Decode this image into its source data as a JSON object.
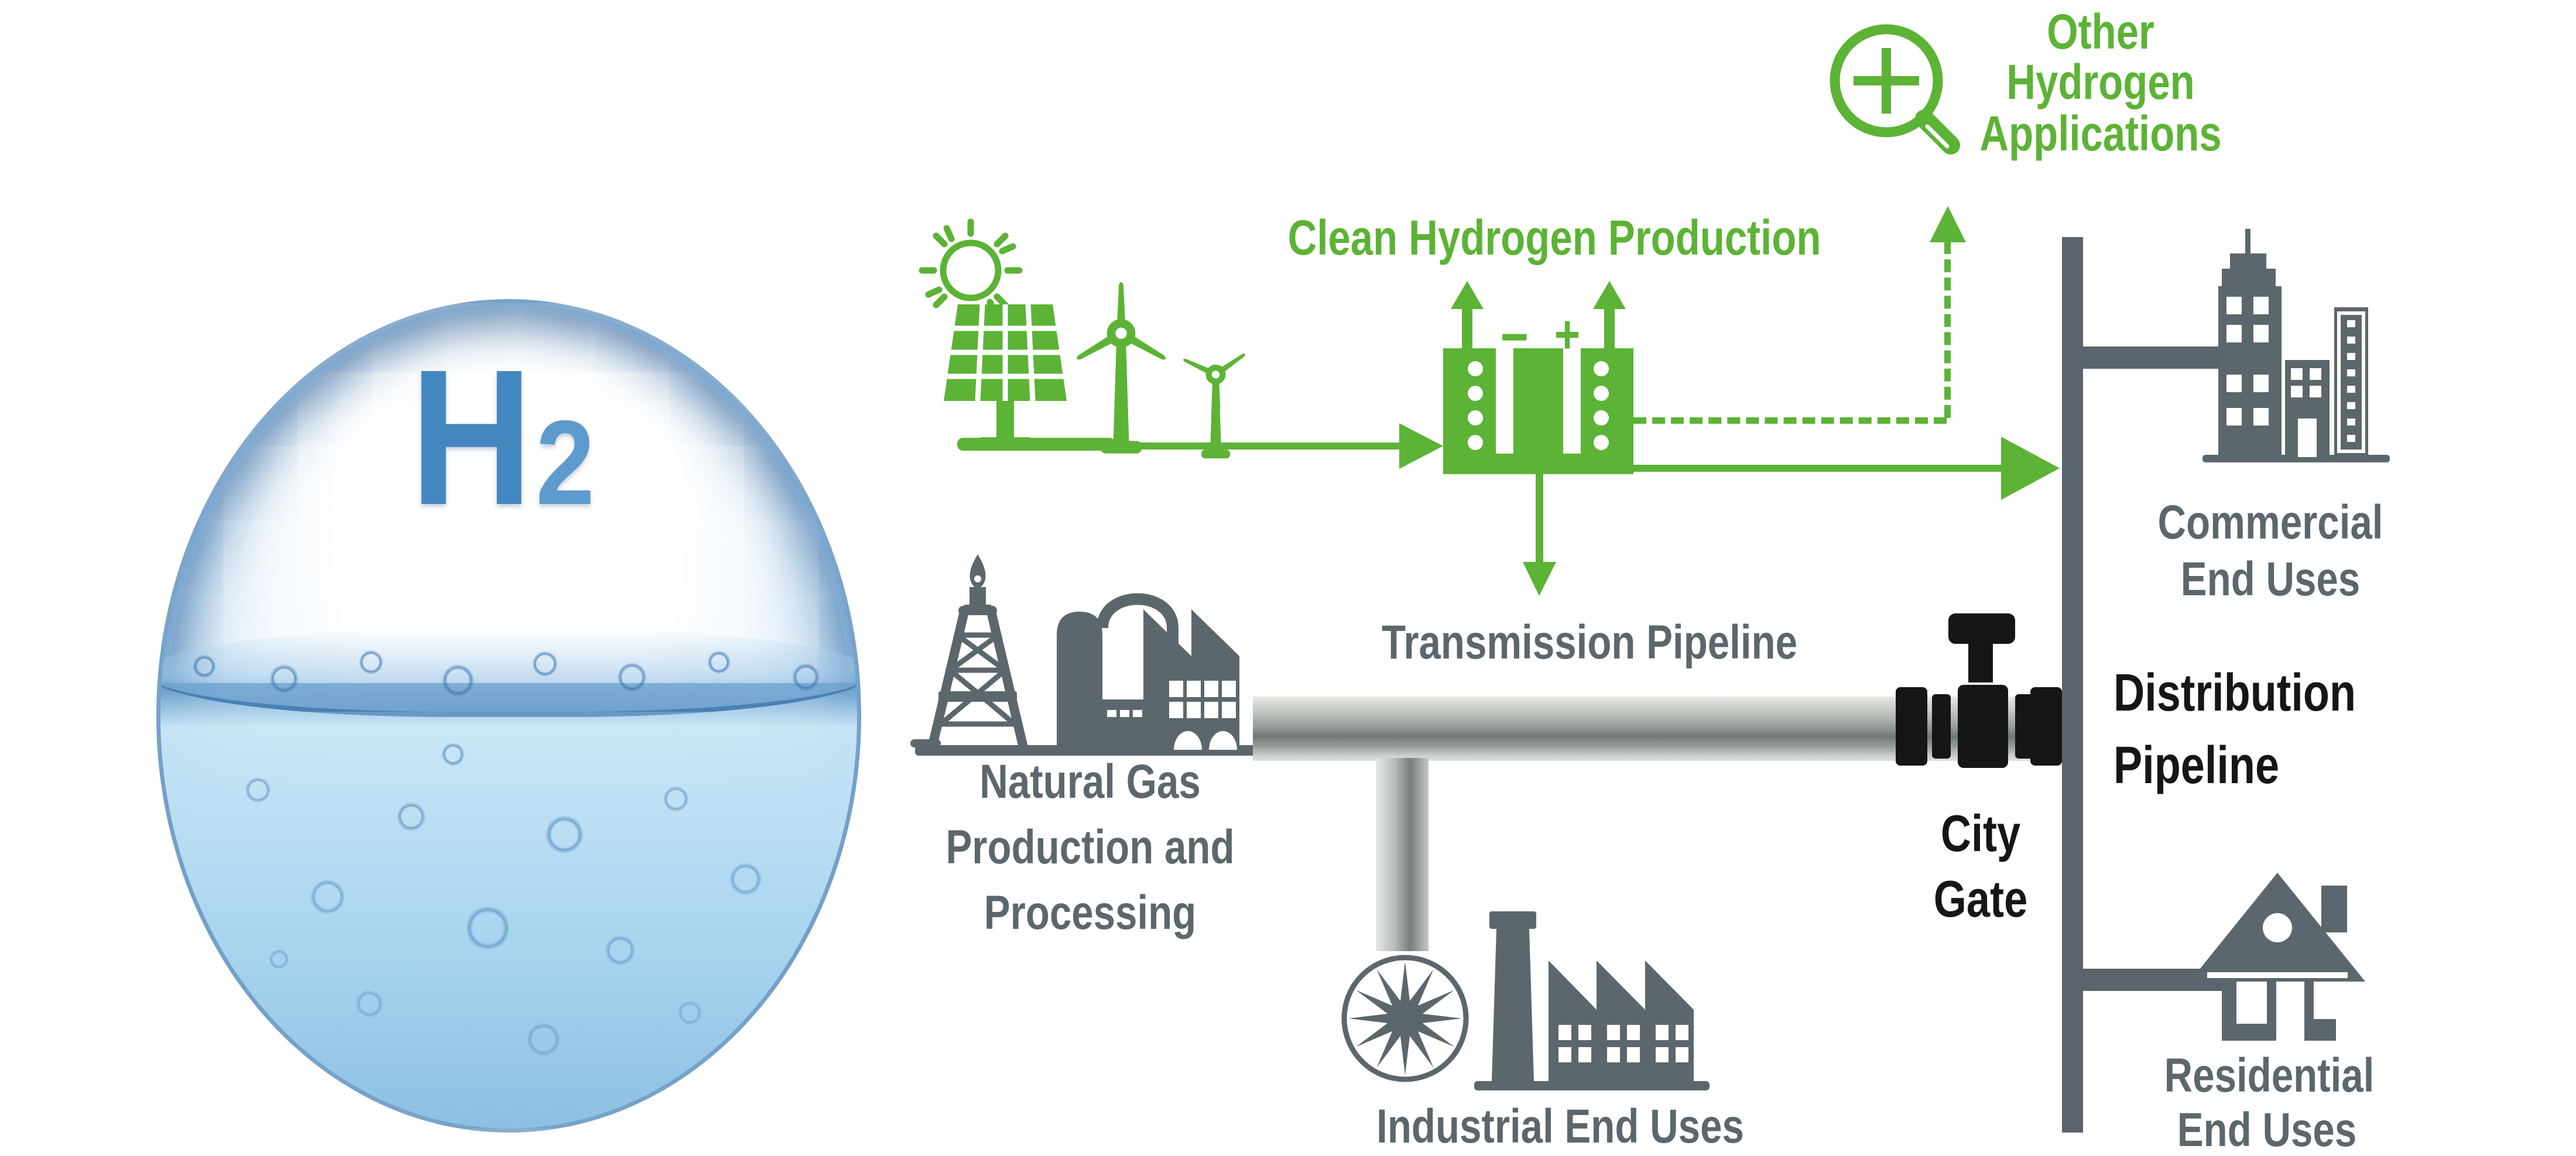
{
  "sphere": {
    "formula_main": "H",
    "formula_sub": "2"
  },
  "clean": {
    "title": "Clean Hydrogen Production"
  },
  "other_apps": {
    "line1": "Other",
    "line2": "Hydrogen",
    "line3": "Applications"
  },
  "electrolyzer": {
    "minus": "−",
    "plus": "+"
  },
  "natural_gas": {
    "line1": "Natural Gas",
    "line2": "Production and",
    "line3": "Processing"
  },
  "transmission": {
    "label": "Transmission Pipeline"
  },
  "city_gate": {
    "line1": "City",
    "line2": "Gate"
  },
  "distribution": {
    "line1": "Distribution",
    "line2": "Pipeline"
  },
  "commercial": {
    "line1": "Commercial",
    "line2": "End Uses"
  },
  "residential": {
    "line1": "Residential",
    "line2": "End Uses"
  },
  "industrial": {
    "label": "Industrial End Uses"
  },
  "colors": {
    "green": "#5cb335",
    "slate": "#5c676d",
    "black": "#161616",
    "h2_blue": "#4387c1",
    "pipe_silver": "#c3c8c3"
  }
}
